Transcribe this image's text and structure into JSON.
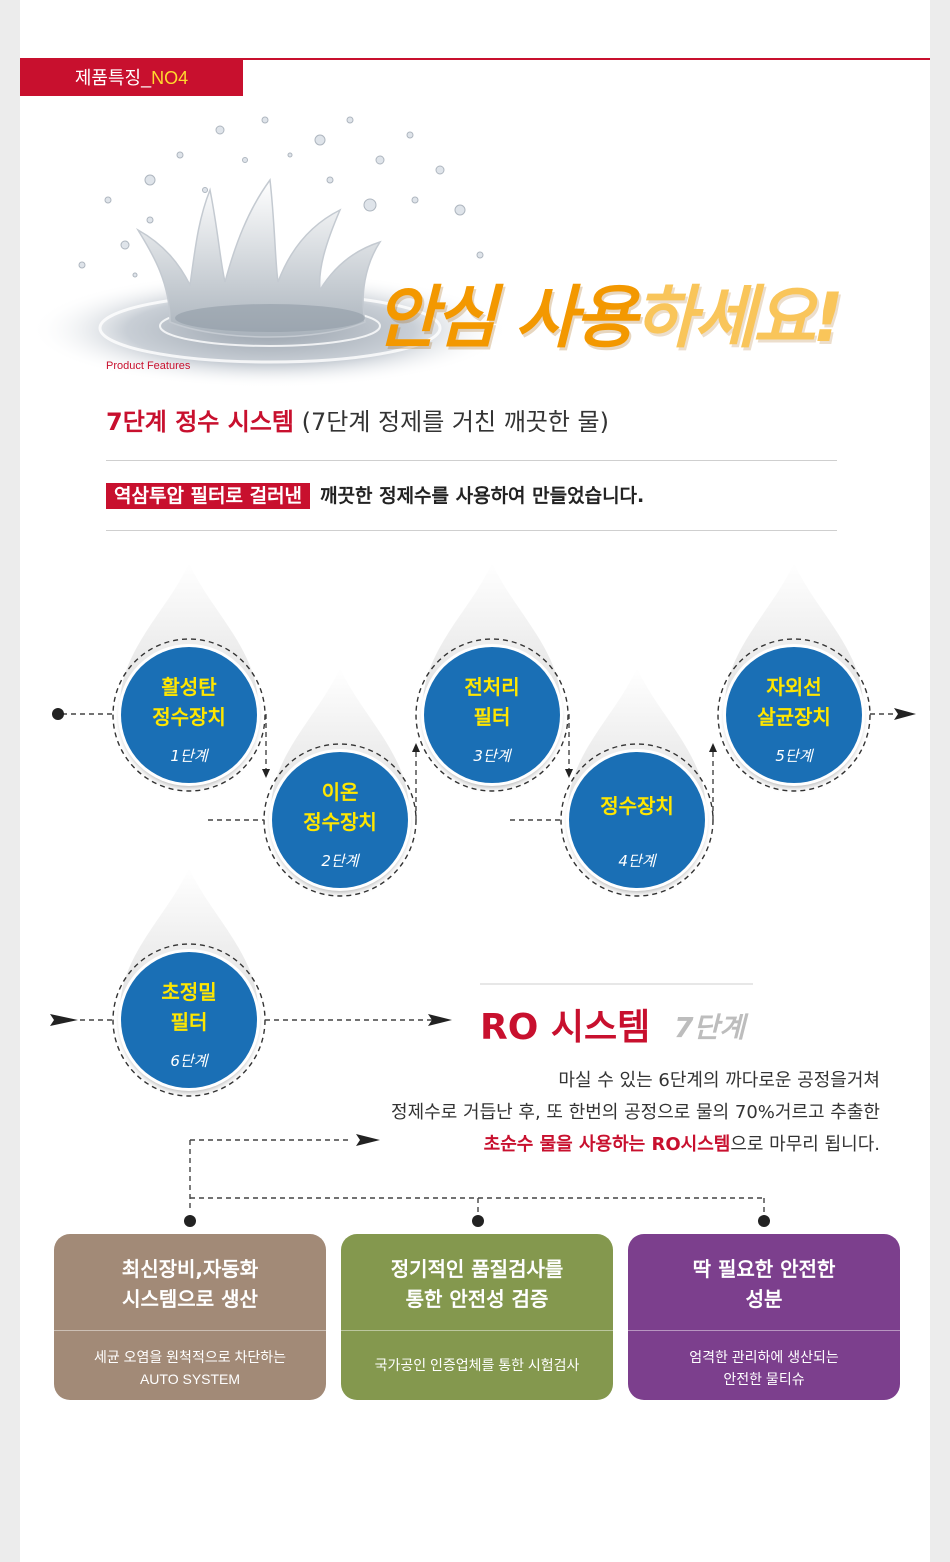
{
  "header": {
    "tag_prefix": "제품특징_",
    "tag_number": "NO4",
    "headline_part1": "안심 사용",
    "headline_part2": "하세요!",
    "product_features": "Product Features",
    "subtitle_bold": "7단계 정수 시스템",
    "subtitle_rest": " (7단계 정제를 거친 깨끗한 물)",
    "desc_badge": "역삼투압 필터로 걸러낸",
    "desc_rest": "깨끗한 정제수를 사용하여 만들었습니다."
  },
  "steps": [
    {
      "line1": "활성탄",
      "line2": "정수장치",
      "step": "1단계"
    },
    {
      "line1": "이온",
      "line2": "정수장치",
      "step": "2단계"
    },
    {
      "line1": "전처리",
      "line2": "필터",
      "step": "3단계"
    },
    {
      "line1": "정수장치",
      "line2": "",
      "step": "4단계"
    },
    {
      "line1": "자외선",
      "line2": "살균장치",
      "step": "5단계"
    },
    {
      "line1": "초정밀",
      "line2": "필터",
      "step": "6단계"
    }
  ],
  "ro": {
    "title": "RO 시스템",
    "step": "7단계",
    "line1": "마실 수 있는 6단계의 까다로운 공정을거쳐",
    "line2": "정제수로 거듭난 후, 또 한번의 공정으로 물의 70%거르고 추출한",
    "line3_red": "초순수 물을 사용하는 RO시스템",
    "line3_rest": "으로 마무리 됩니다."
  },
  "cards": [
    {
      "title1": "최신장비,자동화",
      "title2": "시스템으로 생산",
      "sub1": "세균 오염을 원척적으로 차단하는",
      "sub2": "AUTO SYSTEM",
      "color": "#a28a77"
    },
    {
      "title1": "정기적인 품질검사를",
      "title2": "통한 안전성 검증",
      "sub1": "국가공인 인증업체를 통한 시험검사",
      "sub2": "",
      "color": "#84984e"
    },
    {
      "title1": "딱 필요한 안전한",
      "title2": "성분",
      "sub1": "엄격한 관리하에 생산되는",
      "sub2": "안전한 물티슈",
      "color": "#7c3f8d"
    }
  ],
  "colors": {
    "red": "#c8102e",
    "orange": "#f39800",
    "circle_blue": "#1a6fb5",
    "yellow": "#ffe600"
  }
}
